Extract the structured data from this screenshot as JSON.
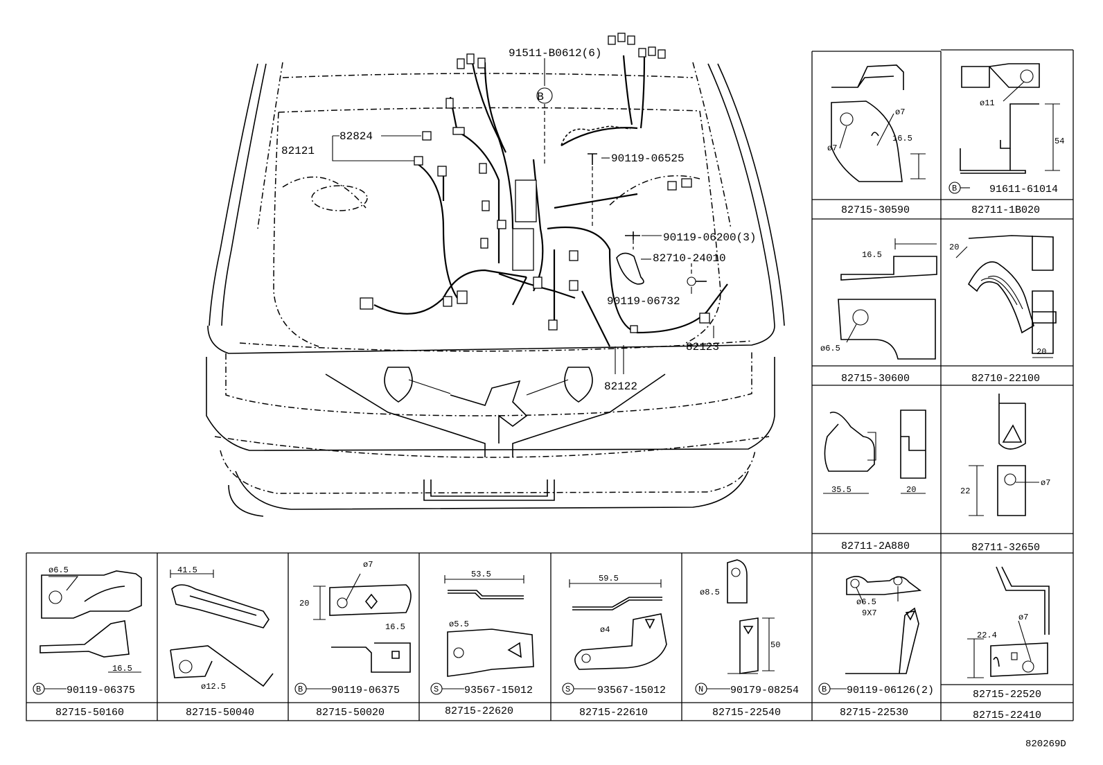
{
  "main_callouts": {
    "p91511": "91511-B0612(6)",
    "p82824": "82824",
    "p82121": "82121",
    "p90119_06525": "90119-06525",
    "p90119_06200": "90119-06200(3)",
    "p82710_24010": "82710-24010",
    "p90119_06732": "90119-06732",
    "p82123": "82123",
    "p82122": "82122",
    "b_marker": "B"
  },
  "right_panels": [
    {
      "part": "82715-30590",
      "dims": [
        "ø7",
        "ø7",
        "16.5"
      ]
    },
    {
      "part": "82711-1B020",
      "dims": [
        "ø11",
        "54"
      ],
      "marker": "B",
      "fastener": "91611-61014"
    },
    {
      "part": "82715-30600",
      "dims": [
        "16.5",
        "ø6.5"
      ]
    },
    {
      "part": "82710-22100",
      "dims": [
        "20",
        "20"
      ]
    },
    {
      "part": "82711-2A880",
      "dims": [
        "35.5",
        "20"
      ]
    },
    {
      "part": "82711-32650",
      "dims": [
        "22",
        "ø7"
      ]
    }
  ],
  "bottom_panels": [
    {
      "part": "82715-50160",
      "dims": [
        "ø6.5",
        "16.5"
      ],
      "marker": "B",
      "fastener": "90119-06375"
    },
    {
      "part": "82715-50040",
      "dims": [
        "41.5",
        "ø12.5"
      ]
    },
    {
      "part": "82715-50020",
      "dims": [
        "ø7",
        "20",
        "16.5"
      ],
      "marker": "B",
      "fastener": "90119-06375"
    },
    {
      "part": "82715-22620",
      "dims": [
        "53.5",
        "ø5.5"
      ],
      "marker": "S",
      "fastener": "93567-15012"
    },
    {
      "part": "82715-22610",
      "dims": [
        "59.5",
        "ø4"
      ],
      "marker": "S",
      "fastener": "93567-15012"
    },
    {
      "part": "82715-22540",
      "dims": [
        "ø8.5",
        "50"
      ],
      "marker": "N",
      "fastener": "90179-08254"
    },
    {
      "part": "82715-22530",
      "dims": [
        "ø6.5",
        "9X7"
      ],
      "marker": "B",
      "fastener": "90119-06126(2)"
    },
    {
      "part": "82715-22520",
      "part2": "82715-22410",
      "dims": [
        "ø7",
        "22.4"
      ]
    }
  ],
  "diagram_id": "820269D"
}
